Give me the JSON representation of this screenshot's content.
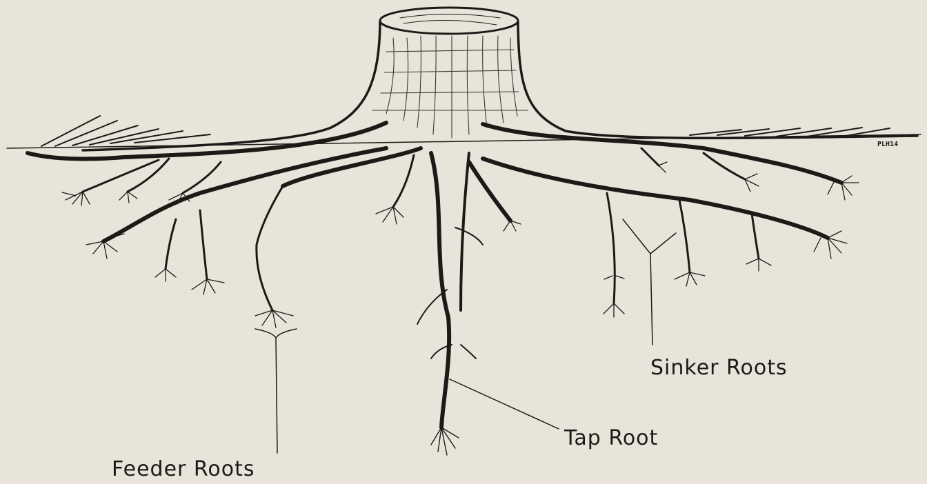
{
  "labels": {
    "feeder": "Feeder Roots",
    "tap": "Tap Root",
    "sinker": "Sinker Roots",
    "initials": "PLH14"
  },
  "colors": {
    "paper": "#e8e4da",
    "ink": "#1c1a17"
  }
}
